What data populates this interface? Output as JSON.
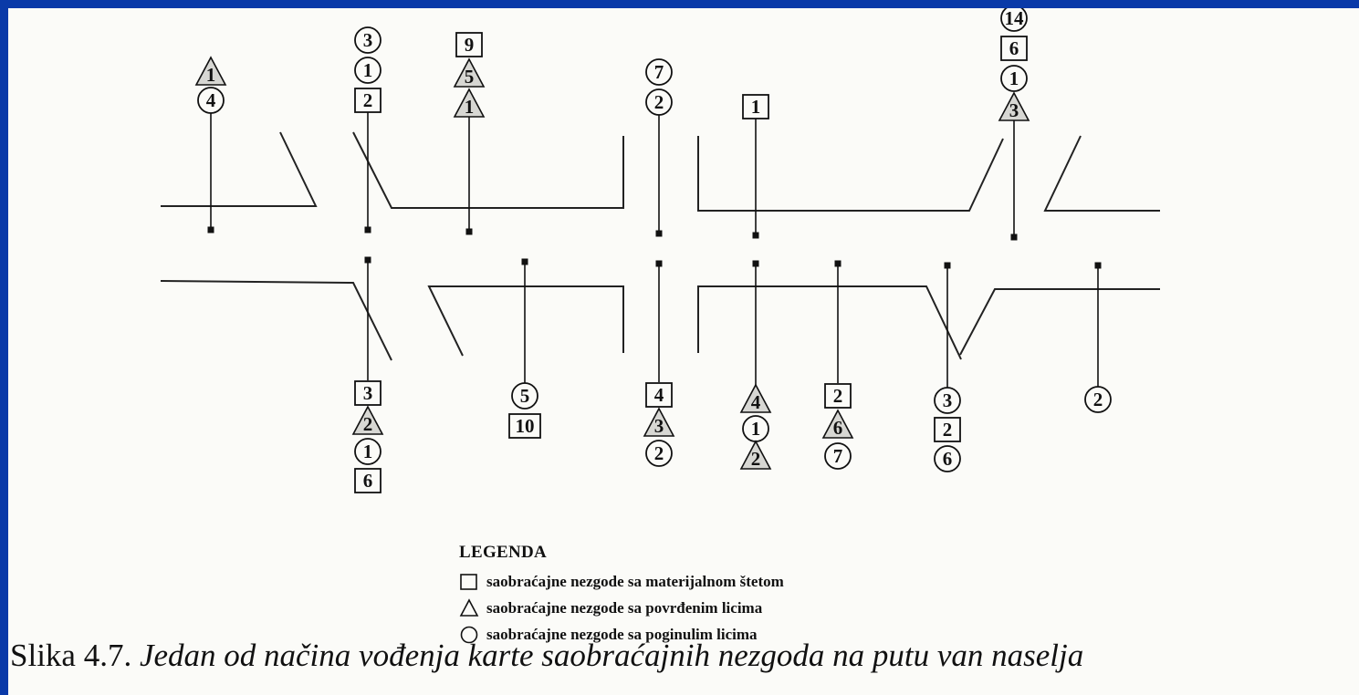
{
  "markers_top": [
    {
      "id": "t1",
      "items": [
        {
          "s": "tri",
          "v": "1"
        },
        {
          "s": "cir",
          "v": "4"
        }
      ]
    },
    {
      "id": "t2",
      "items": [
        {
          "s": "cir",
          "v": "3"
        },
        {
          "s": "cir",
          "v": "1"
        },
        {
          "s": "sq",
          "v": "2"
        }
      ]
    },
    {
      "id": "t3",
      "items": [
        {
          "s": "sq",
          "v": "9"
        },
        {
          "s": "tri",
          "v": "5"
        },
        {
          "s": "tri",
          "v": "1"
        }
      ]
    },
    {
      "id": "t4",
      "items": [
        {
          "s": "cir",
          "v": "7"
        },
        {
          "s": "cir",
          "v": "2"
        }
      ]
    },
    {
      "id": "t5",
      "items": [
        {
          "s": "sq",
          "v": "1"
        }
      ]
    },
    {
      "id": "t6",
      "items": [
        {
          "s": "cir",
          "v": "14"
        },
        {
          "s": "sq",
          "v": "6"
        },
        {
          "s": "cir",
          "v": "1"
        },
        {
          "s": "tri",
          "v": "3"
        }
      ]
    }
  ],
  "markers_bottom": [
    {
      "id": "b1",
      "items": [
        {
          "s": "sq",
          "v": "3"
        },
        {
          "s": "tri",
          "v": "2"
        },
        {
          "s": "cir",
          "v": "1"
        },
        {
          "s": "sq",
          "v": "6"
        }
      ]
    },
    {
      "id": "b2",
      "items": [
        {
          "s": "cir",
          "v": "5"
        },
        {
          "s": "sq",
          "v": "10"
        }
      ]
    },
    {
      "id": "b3",
      "items": [
        {
          "s": "sq",
          "v": "4"
        },
        {
          "s": "tri",
          "v": "3"
        },
        {
          "s": "cir",
          "v": "2"
        }
      ]
    },
    {
      "id": "b4",
      "items": [
        {
          "s": "tri",
          "v": "4"
        },
        {
          "s": "cir",
          "v": "1"
        },
        {
          "s": "tri",
          "v": "2"
        }
      ]
    },
    {
      "id": "b5",
      "items": [
        {
          "s": "sq",
          "v": "2"
        },
        {
          "s": "tri",
          "v": "6"
        },
        {
          "s": "cir",
          "v": "7"
        }
      ]
    },
    {
      "id": "b6",
      "items": [
        {
          "s": "cir",
          "v": "3"
        },
        {
          "s": "sq",
          "v": "2"
        },
        {
          "s": "cir",
          "v": "6"
        }
      ]
    },
    {
      "id": "b7",
      "items": [
        {
          "s": "cir",
          "v": "2"
        }
      ]
    }
  ],
  "legend": {
    "title": "LEGENDA",
    "items": [
      {
        "shape": "square",
        "text": "saobraćajne nezgode sa materijalnom štetom"
      },
      {
        "shape": "triangle",
        "text": "saobraćajne nezgode sa povrđenim licima"
      },
      {
        "shape": "circle",
        "text": "saobraćajne nezgode sa poginulim licima"
      }
    ]
  },
  "caption": {
    "label": "Slika 4.7.",
    "text": "Jedan od načina vođenja karte saobraćajnih nezgoda na putu van naselja"
  }
}
